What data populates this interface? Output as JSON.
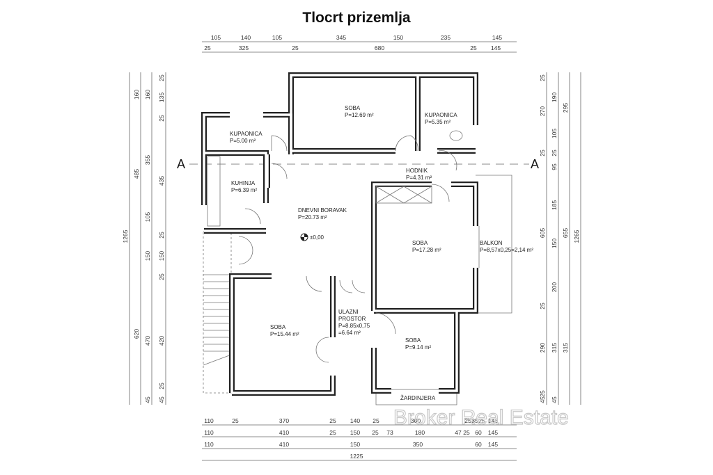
{
  "title": "Tlocrt prizemlja",
  "watermark": "Broker Real Estate",
  "section_marker": "A",
  "elevation": "±0,00",
  "rooms": {
    "soba_top": {
      "name": "SOBA",
      "area": "P=12.69 m²"
    },
    "kupaonica_right": {
      "name": "KUPAONICA",
      "area": "P=5.35 m²"
    },
    "kupaonica_left": {
      "name": "KUPAONICA",
      "area": "P=5.00 m²"
    },
    "kuhinja": {
      "name": "KUHINJA",
      "area": "P=6.39 m²"
    },
    "hodnik": {
      "name": "HODNIK",
      "area": "P=4.31 m²"
    },
    "dnevni": {
      "name": "DNEVNI BORAVAK",
      "area": "P=20.73 m²"
    },
    "soba_right": {
      "name": "SOBA",
      "area": "P=17.28 m²"
    },
    "balkon": {
      "name": "BALKON",
      "area": "P=8,57x0,25=2,14 m²"
    },
    "soba_left": {
      "name": "SOBA",
      "area": "P=15.44 m²"
    },
    "ulazni": {
      "name1": "ULAZNI",
      "name2": "PROSTOR",
      "area1": "P=8.85x0,75",
      "area2": "=6.64 m²"
    },
    "soba_bottom": {
      "name": "SOBA",
      "area": "P=9.14 m²"
    },
    "zardinjera": {
      "name": "ŽARDINJERA"
    }
  },
  "dims": {
    "top1": [
      "105",
      "140",
      "105",
      "345",
      "150",
      "235",
      "145"
    ],
    "top2": [
      "25",
      "325",
      "25",
      "680",
      "25",
      "145"
    ],
    "bot1": [
      "110",
      "25",
      "370",
      "25",
      "140",
      "25",
      "300",
      "25",
      "35",
      "25",
      "145"
    ],
    "bot2": [
      "110",
      "410",
      "25",
      "150",
      "25",
      "73",
      "180",
      "47",
      "25",
      "60",
      "145"
    ],
    "bot3": [
      "110",
      "410",
      "150",
      "350",
      "60",
      "145"
    ],
    "bot4": [
      "1225"
    ],
    "left1": [
      "1265"
    ],
    "left2": [
      "160",
      "485",
      "620"
    ],
    "left3": [
      "160",
      "355",
      "105",
      "150",
      "470",
      "45"
    ],
    "left4": [
      "25",
      "135",
      "25",
      "435",
      "25",
      "150",
      "25",
      "420",
      "25",
      "45"
    ],
    "right1": [
      "25",
      "270",
      "25",
      "605",
      "25",
      "290",
      "45",
      "25"
    ],
    "right2": [
      "190",
      "105",
      "25",
      "95",
      "185",
      "150",
      "200",
      "315",
      "45"
    ],
    "right3": [
      "295",
      "655",
      "315"
    ],
    "right4": [
      "1265"
    ]
  }
}
